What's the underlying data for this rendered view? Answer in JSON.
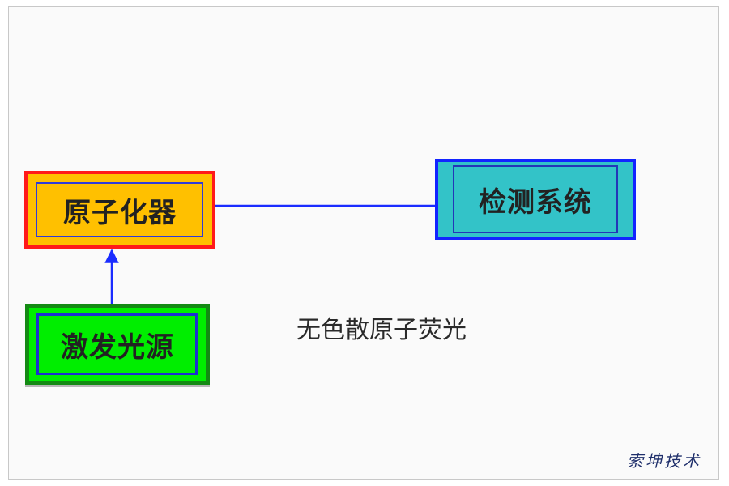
{
  "diagram": {
    "nodes": {
      "atomizer": {
        "label": "原子化器"
      },
      "detector": {
        "label": "检测系统"
      },
      "source": {
        "label": "激发光源"
      }
    },
    "edges": [
      {
        "from": "source",
        "to": "atomizer"
      },
      {
        "from": "atomizer",
        "to": "detector"
      }
    ],
    "caption": "无色散原子荧光",
    "watermark": "索坤技术",
    "colors": {
      "atomizer_fill": "#ffc000",
      "atomizer_border": "#ff1a1a",
      "detector_fill": "#33c3c8",
      "detector_border": "#1224ff",
      "source_fill": "#00ee00",
      "source_border": "#138a13",
      "arrow": "#1a2cff"
    }
  }
}
